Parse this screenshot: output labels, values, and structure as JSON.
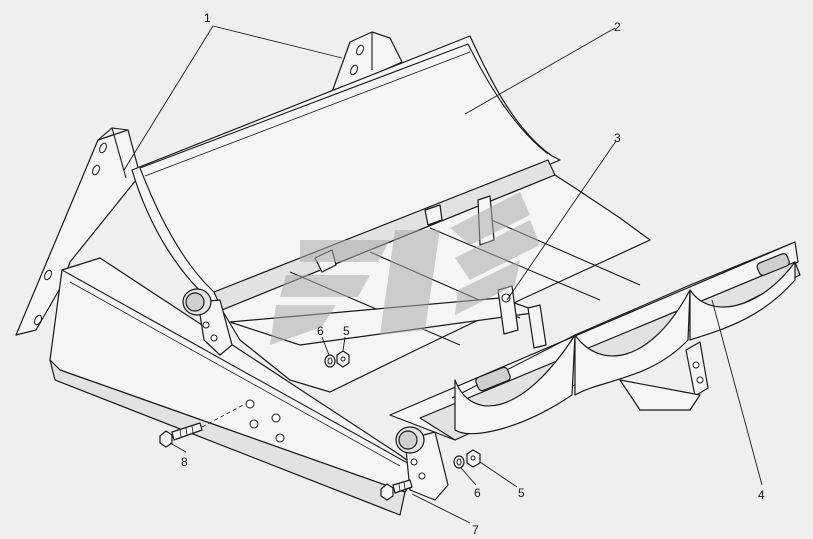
{
  "diagram": {
    "background_color": "#efefef",
    "line_color": "#1a1a1a",
    "watermark_color": "#a7aaa8",
    "callouts": [
      {
        "id": "c1",
        "label": "1"
      },
      {
        "id": "c2",
        "label": "2"
      },
      {
        "id": "c3",
        "label": "3"
      },
      {
        "id": "c4",
        "label": "4"
      },
      {
        "id": "c5a",
        "label": "5"
      },
      {
        "id": "c6a",
        "label": "6"
      },
      {
        "id": "c5b",
        "label": "5"
      },
      {
        "id": "c6b",
        "label": "6"
      },
      {
        "id": "c7",
        "label": "7"
      },
      {
        "id": "c8",
        "label": "8"
      }
    ]
  }
}
